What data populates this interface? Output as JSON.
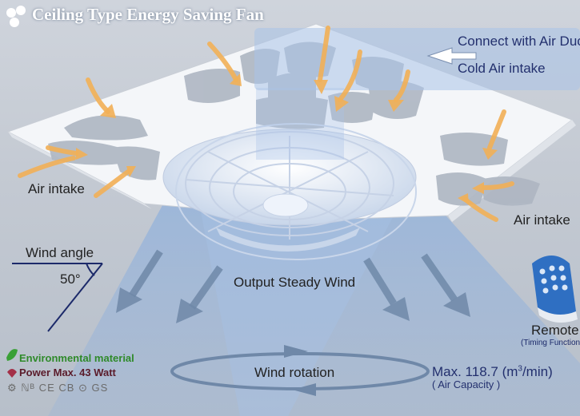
{
  "title": "Ceiling Type Energy Saving Fan",
  "labels": {
    "connect_duct": "Connect with Air Duct",
    "cold_air": "Cold Air intake",
    "air_intake_left": "Air intake",
    "air_intake_right": "Air intake",
    "wind_angle": "Wind angle",
    "angle_value": "50°",
    "output": "Output Steady Wind",
    "remote": "Remote",
    "remote_sub": "(Timing Function)",
    "wind_rotation": "Wind rotation",
    "capacity_prefix": "Max. 118.7 (m",
    "capacity_sup": "3",
    "capacity_suffix": "/min)",
    "capacity_sub": "( Air Capacity )"
  },
  "features": {
    "material": "Environmental material",
    "power": "Power Max. 43 Watt",
    "certs": "⚙ ℕᴮ CE CB ⊙ GS"
  },
  "colors": {
    "arrow_orange": "#f2b057",
    "arrow_blue": "#6f88a8",
    "panel": "#f4f6f9",
    "wind_cone": "#8fb0dc",
    "duct_box": "#a9c3e8"
  }
}
